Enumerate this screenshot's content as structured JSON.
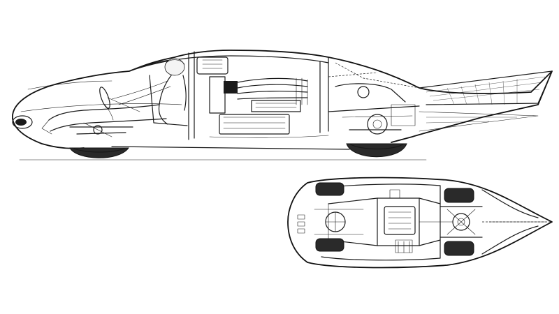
{
  "figure": {
    "views": [
      {
        "id": "side-elevation",
        "label": ""
      },
      {
        "id": "plan-view",
        "label": ""
      }
    ],
    "colors": {
      "background": "#ffffff",
      "ink": "#1a1a1a",
      "tire": "#2a2a2a"
    },
    "icons": [
      "driver-figure",
      "steering-wheel",
      "engine-block",
      "exhaust-manifold",
      "front-wheel",
      "rear-wheel",
      "tail-fin",
      "ground-line"
    ]
  }
}
